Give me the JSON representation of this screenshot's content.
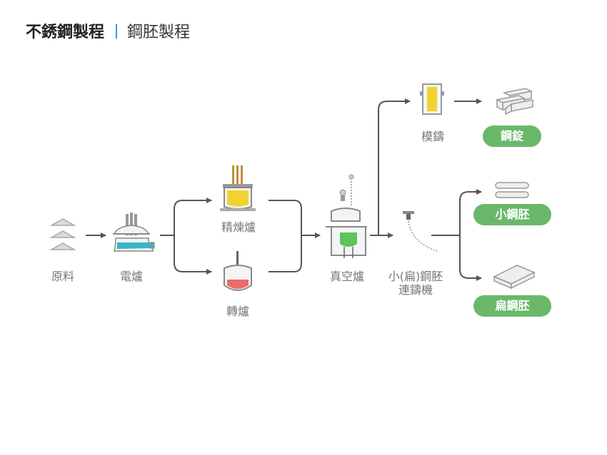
{
  "header": {
    "title_main": "不銹鋼製程",
    "title_sub": "鋼胚製程"
  },
  "labels": {
    "raw": "原料",
    "eaf": "電爐",
    "refining": "精煉爐",
    "converter": "轉爐",
    "vacuum": "真空爐",
    "caster_line1": "小(扁)鋼胚",
    "caster_line2": "連鑄機",
    "mold": "模鑄"
  },
  "products": {
    "ingot": "鋼錠",
    "billet": "小鋼胚",
    "slab": "扁鋼胚"
  },
  "colors": {
    "accent": "#2aa0d8",
    "product_badge": "#6ab86a",
    "arrow": "#555555",
    "molten_teal": "#3ab4c4",
    "molten_yellow": "#f2d230",
    "molten_red": "#ec6a6a",
    "molten_green": "#5cc45c"
  }
}
